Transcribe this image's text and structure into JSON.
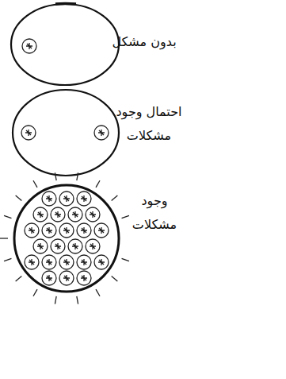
{
  "diagram": {
    "labels": [
      "بدون مشكل",
      "احتمال وجود مشكلات",
      "وجود مشكلات"
    ]
  }
}
